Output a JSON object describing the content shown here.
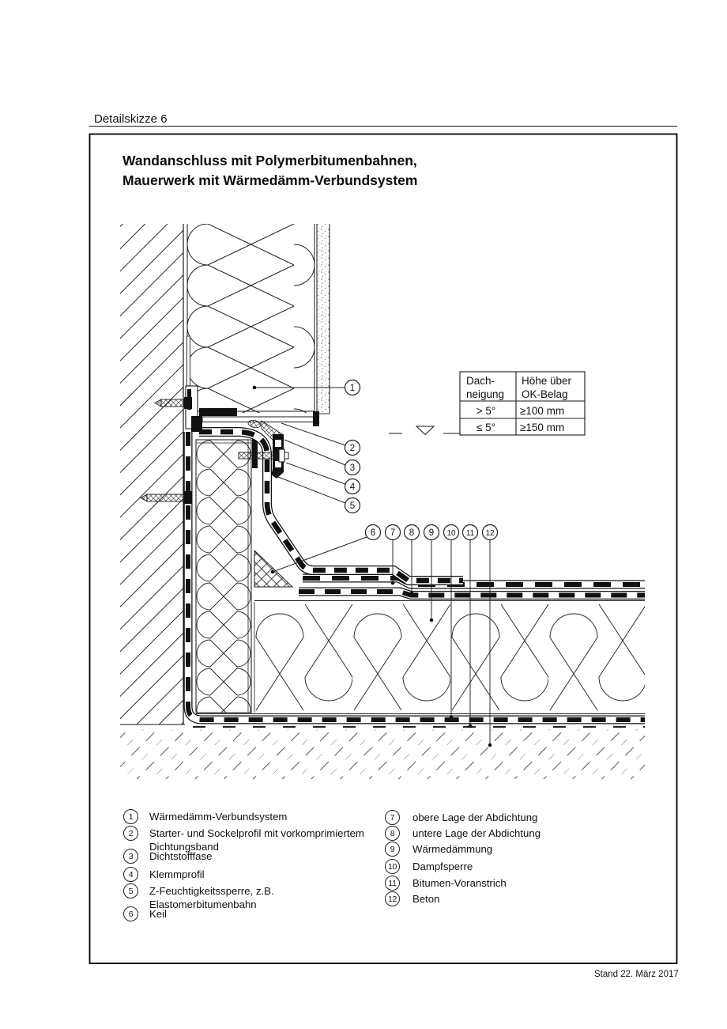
{
  "page": {
    "label": "Detailskizze 6",
    "footer": "Stand 22. März 2017"
  },
  "title": {
    "line1": "Wandanschluss mit Polymerbitumenbahnen,",
    "line2": "Mauerwerk mit Wärmedämm-Verbundsystem"
  },
  "drawing": {
    "callouts": [
      "1",
      "2",
      "3",
      "4",
      "5",
      "6",
      "7",
      "8",
      "9",
      "10",
      "11",
      "12"
    ],
    "table": {
      "header": {
        "col1": [
          "Dach-",
          "neigung"
        ],
        "col2": [
          "Höhe über",
          "OK-Belag"
        ]
      },
      "rows": [
        [
          "> 5°",
          "≥100 mm"
        ],
        [
          "≤ 5°",
          "≥150 mm"
        ]
      ]
    }
  },
  "legend": {
    "left": [
      {
        "num": "1",
        "line1": "Wärmedämm-Verbundsystem"
      },
      {
        "num": "2",
        "line1": "Starter- und Sockelprofil mit vorkomprimiertem",
        "line2": "Dichtungsband"
      },
      {
        "num": "3",
        "line1": "Dichtstofffase"
      },
      {
        "num": "4",
        "line1": "Klemmprofil"
      },
      {
        "num": "5",
        "line1": "Z-Feuchtigkeitssperre, z.B.",
        "line2": "Elastomerbitumenbahn"
      },
      {
        "num": "6",
        "line1": "Keil"
      }
    ],
    "right": [
      {
        "num": "7",
        "line1": "obere Lage der Abdichtung"
      },
      {
        "num": "8",
        "line1": "untere Lage der Abdichtung"
      },
      {
        "num": "9",
        "line1": "Wärmedämmung"
      },
      {
        "num": "10",
        "line1": "Dampfsperre"
      },
      {
        "num": "11",
        "line1": "Bitumen-Voranstrich"
      },
      {
        "num": "12",
        "line1": "Beton"
      }
    ]
  },
  "colors": {
    "line": "#1a1a1a"
  }
}
